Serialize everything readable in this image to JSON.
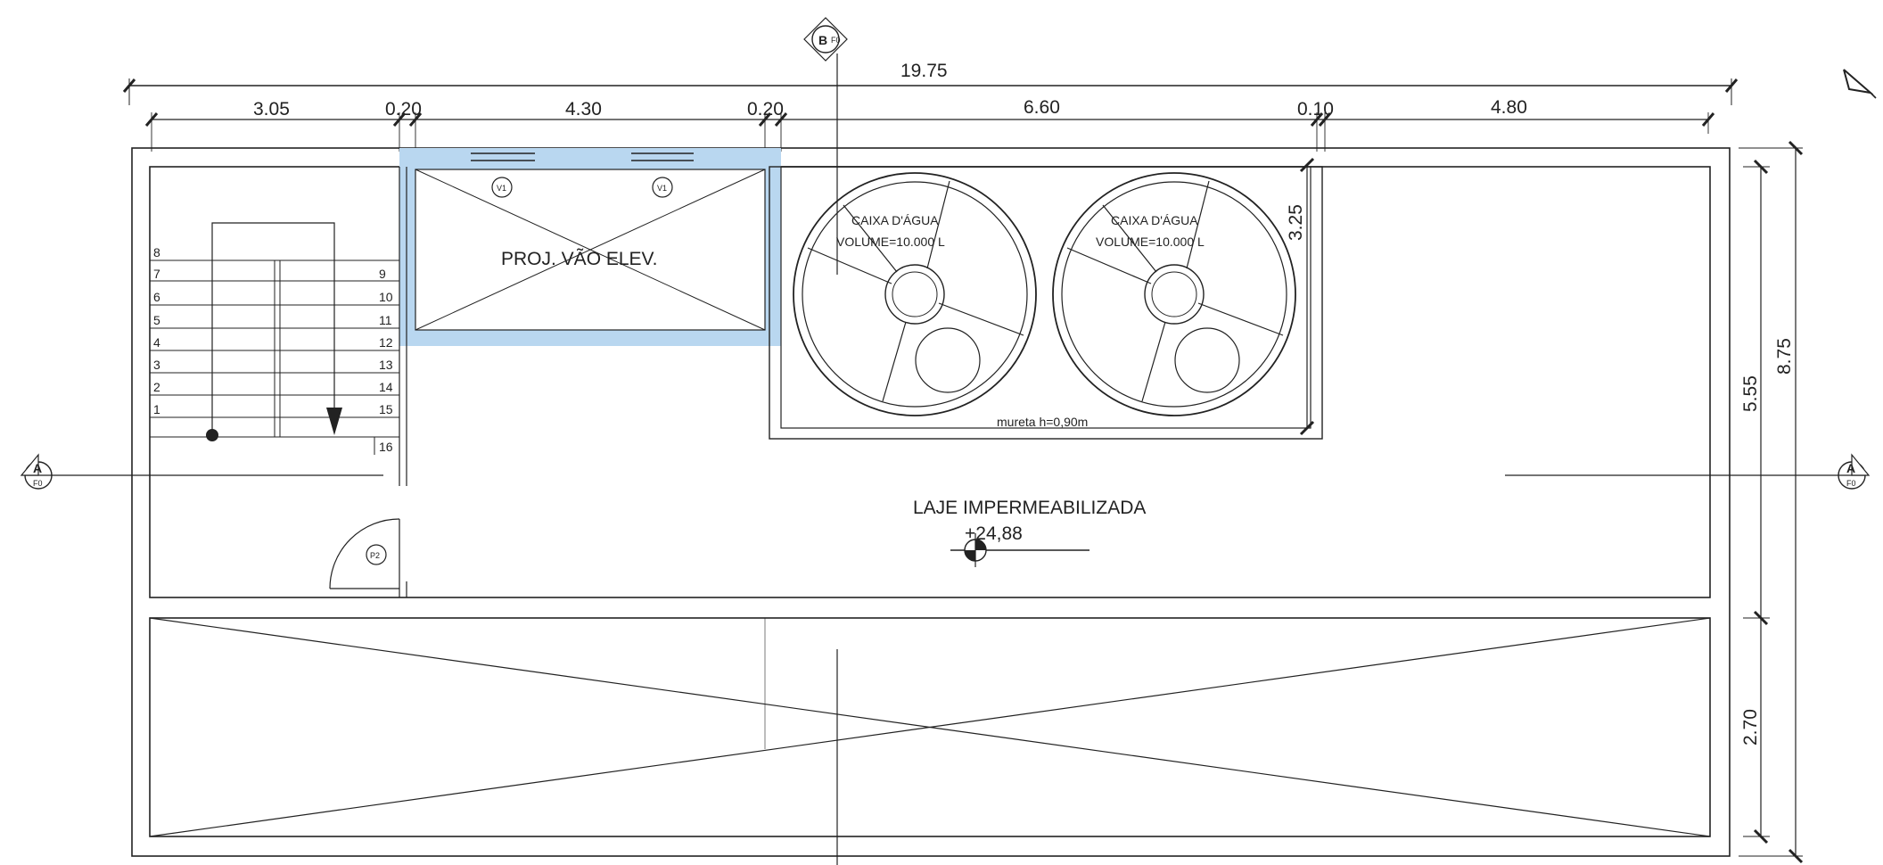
{
  "dimensions": {
    "overall_width": "19.75",
    "seg_1": "3.05",
    "seg_2": "0.20",
    "seg_3": "4.30",
    "seg_4": "0.20",
    "seg_5": "6.60",
    "seg_6": "0.10",
    "seg_7": "4.80",
    "tank_depth": "3.25",
    "right_inner": "5.55",
    "right_overall": "8.75",
    "right_lower": "2.70"
  },
  "elevator": {
    "label": "PROJ. VÃO ELEV.",
    "v1_left": "V1",
    "v1_right": "V1"
  },
  "tanks": [
    {
      "name": "CAIXA D'ÁGUA",
      "volume": "VOLUME=10.000 L"
    },
    {
      "name": "CAIXA D'ÁGUA",
      "volume": "VOLUME=10.000 L"
    }
  ],
  "parapet": "mureta h=0,90m",
  "slab": {
    "title": "LAJE IMPERMEABILIZADA",
    "level": "+24,88"
  },
  "door": "P2",
  "stairs": {
    "left_steps": [
      "8",
      "7",
      "6",
      "5",
      "4",
      "3",
      "2",
      "1"
    ],
    "right_steps": [
      "9",
      "10",
      "11",
      "12",
      "13",
      "14",
      "15",
      "16"
    ]
  },
  "section_markers": {
    "a_letter": "A",
    "a_sheet": "F0",
    "b_letter": "B",
    "b_sheet": "F0"
  },
  "colors": {
    "line": "#222222",
    "elevator_highlight": "#b9d7f0"
  }
}
